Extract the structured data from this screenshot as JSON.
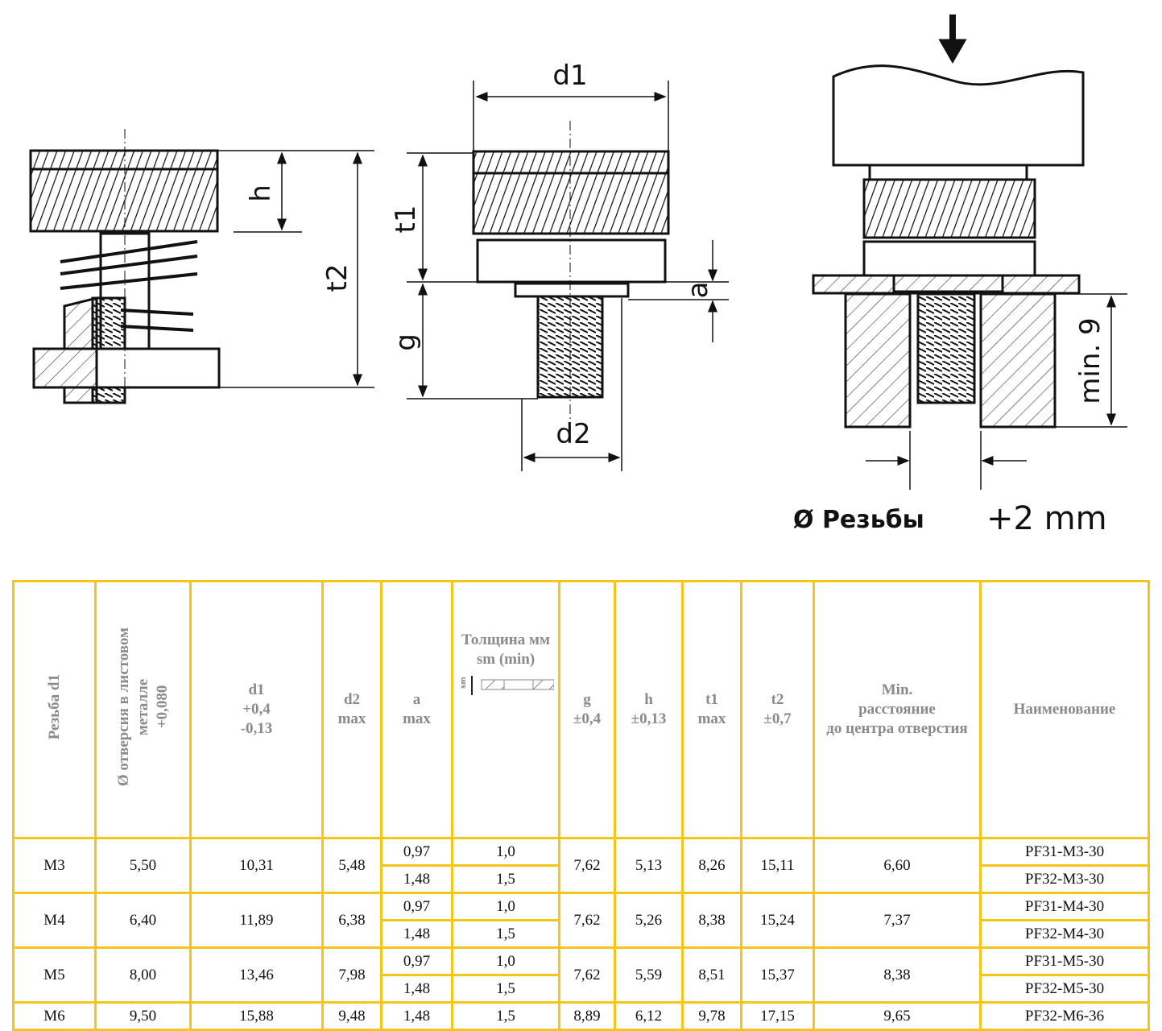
{
  "drawings": {
    "left": {
      "label_h": "h",
      "label_t2": "t2"
    },
    "middle": {
      "label_d1": "d1",
      "label_t1": "t1",
      "label_g": "g",
      "label_a": "a",
      "label_d2": "d2"
    },
    "right": {
      "label_min": "min. 9",
      "label_thread": "Ø Резьбы",
      "label_plus": "+2 mm"
    }
  },
  "table": {
    "headers": {
      "thread": "Резьба d1",
      "hole": [
        "Ø отверсия в листовом",
        "металле",
        "+0,080"
      ],
      "d1": [
        "d1",
        "+0,4",
        "-0,13"
      ],
      "d2": [
        "d2",
        "max"
      ],
      "a": [
        "a",
        "max"
      ],
      "thickness": [
        "Толщина мм",
        "sm (min)"
      ],
      "thickness_icon_label": "sm",
      "g": [
        "g",
        "±0,4"
      ],
      "h": [
        "h",
        "±0,13"
      ],
      "t1": [
        "t1",
        "max"
      ],
      "t2": [
        "t2",
        "±0,7"
      ],
      "min_dist": [
        "Min.",
        "расстояние",
        "до центра отверстия"
      ],
      "name": "Наименование"
    },
    "groups": [
      {
        "thread": "M3",
        "hole": "5,50",
        "d1": "10,31",
        "d2": "5,48",
        "g": "7,62",
        "h": "5,13",
        "t1": "8,26",
        "t2": "15,11",
        "min_dist": "6,60",
        "variants": [
          {
            "a": "0,97",
            "sm": "1,0",
            "name": "PF31-M3-30"
          },
          {
            "a": "1,48",
            "sm": "1,5",
            "name": "PF32-M3-30"
          }
        ]
      },
      {
        "thread": "M4",
        "hole": "6,40",
        "d1": "11,89",
        "d2": "6,38",
        "g": "7,62",
        "h": "5,26",
        "t1": "8,38",
        "t2": "15,24",
        "min_dist": "7,37",
        "variants": [
          {
            "a": "0,97",
            "sm": "1,0",
            "name": "PF31-M4-30"
          },
          {
            "a": "1,48",
            "sm": "1,5",
            "name": "PF32-M4-30"
          }
        ]
      },
      {
        "thread": "M5",
        "hole": "8,00",
        "d1": "13,46",
        "d2": "7,98",
        "g": "7,62",
        "h": "5,59",
        "t1": "8,51",
        "t2": "15,37",
        "min_dist": "8,38",
        "variants": [
          {
            "a": "0,97",
            "sm": "1,0",
            "name": "PF31-M5-30"
          },
          {
            "a": "1,48",
            "sm": "1,5",
            "name": "PF32-M5-30"
          }
        ]
      },
      {
        "thread": "M6",
        "hole": "9,50",
        "d1": "15,88",
        "d2": "9,48",
        "g": "8,89",
        "h": "6,12",
        "t1": "9,78",
        "t2": "17,15",
        "min_dist": "9,65",
        "variants": [
          {
            "a": "1,48",
            "sm": "1,5",
            "name": "PF32-M6-36"
          }
        ]
      }
    ]
  }
}
